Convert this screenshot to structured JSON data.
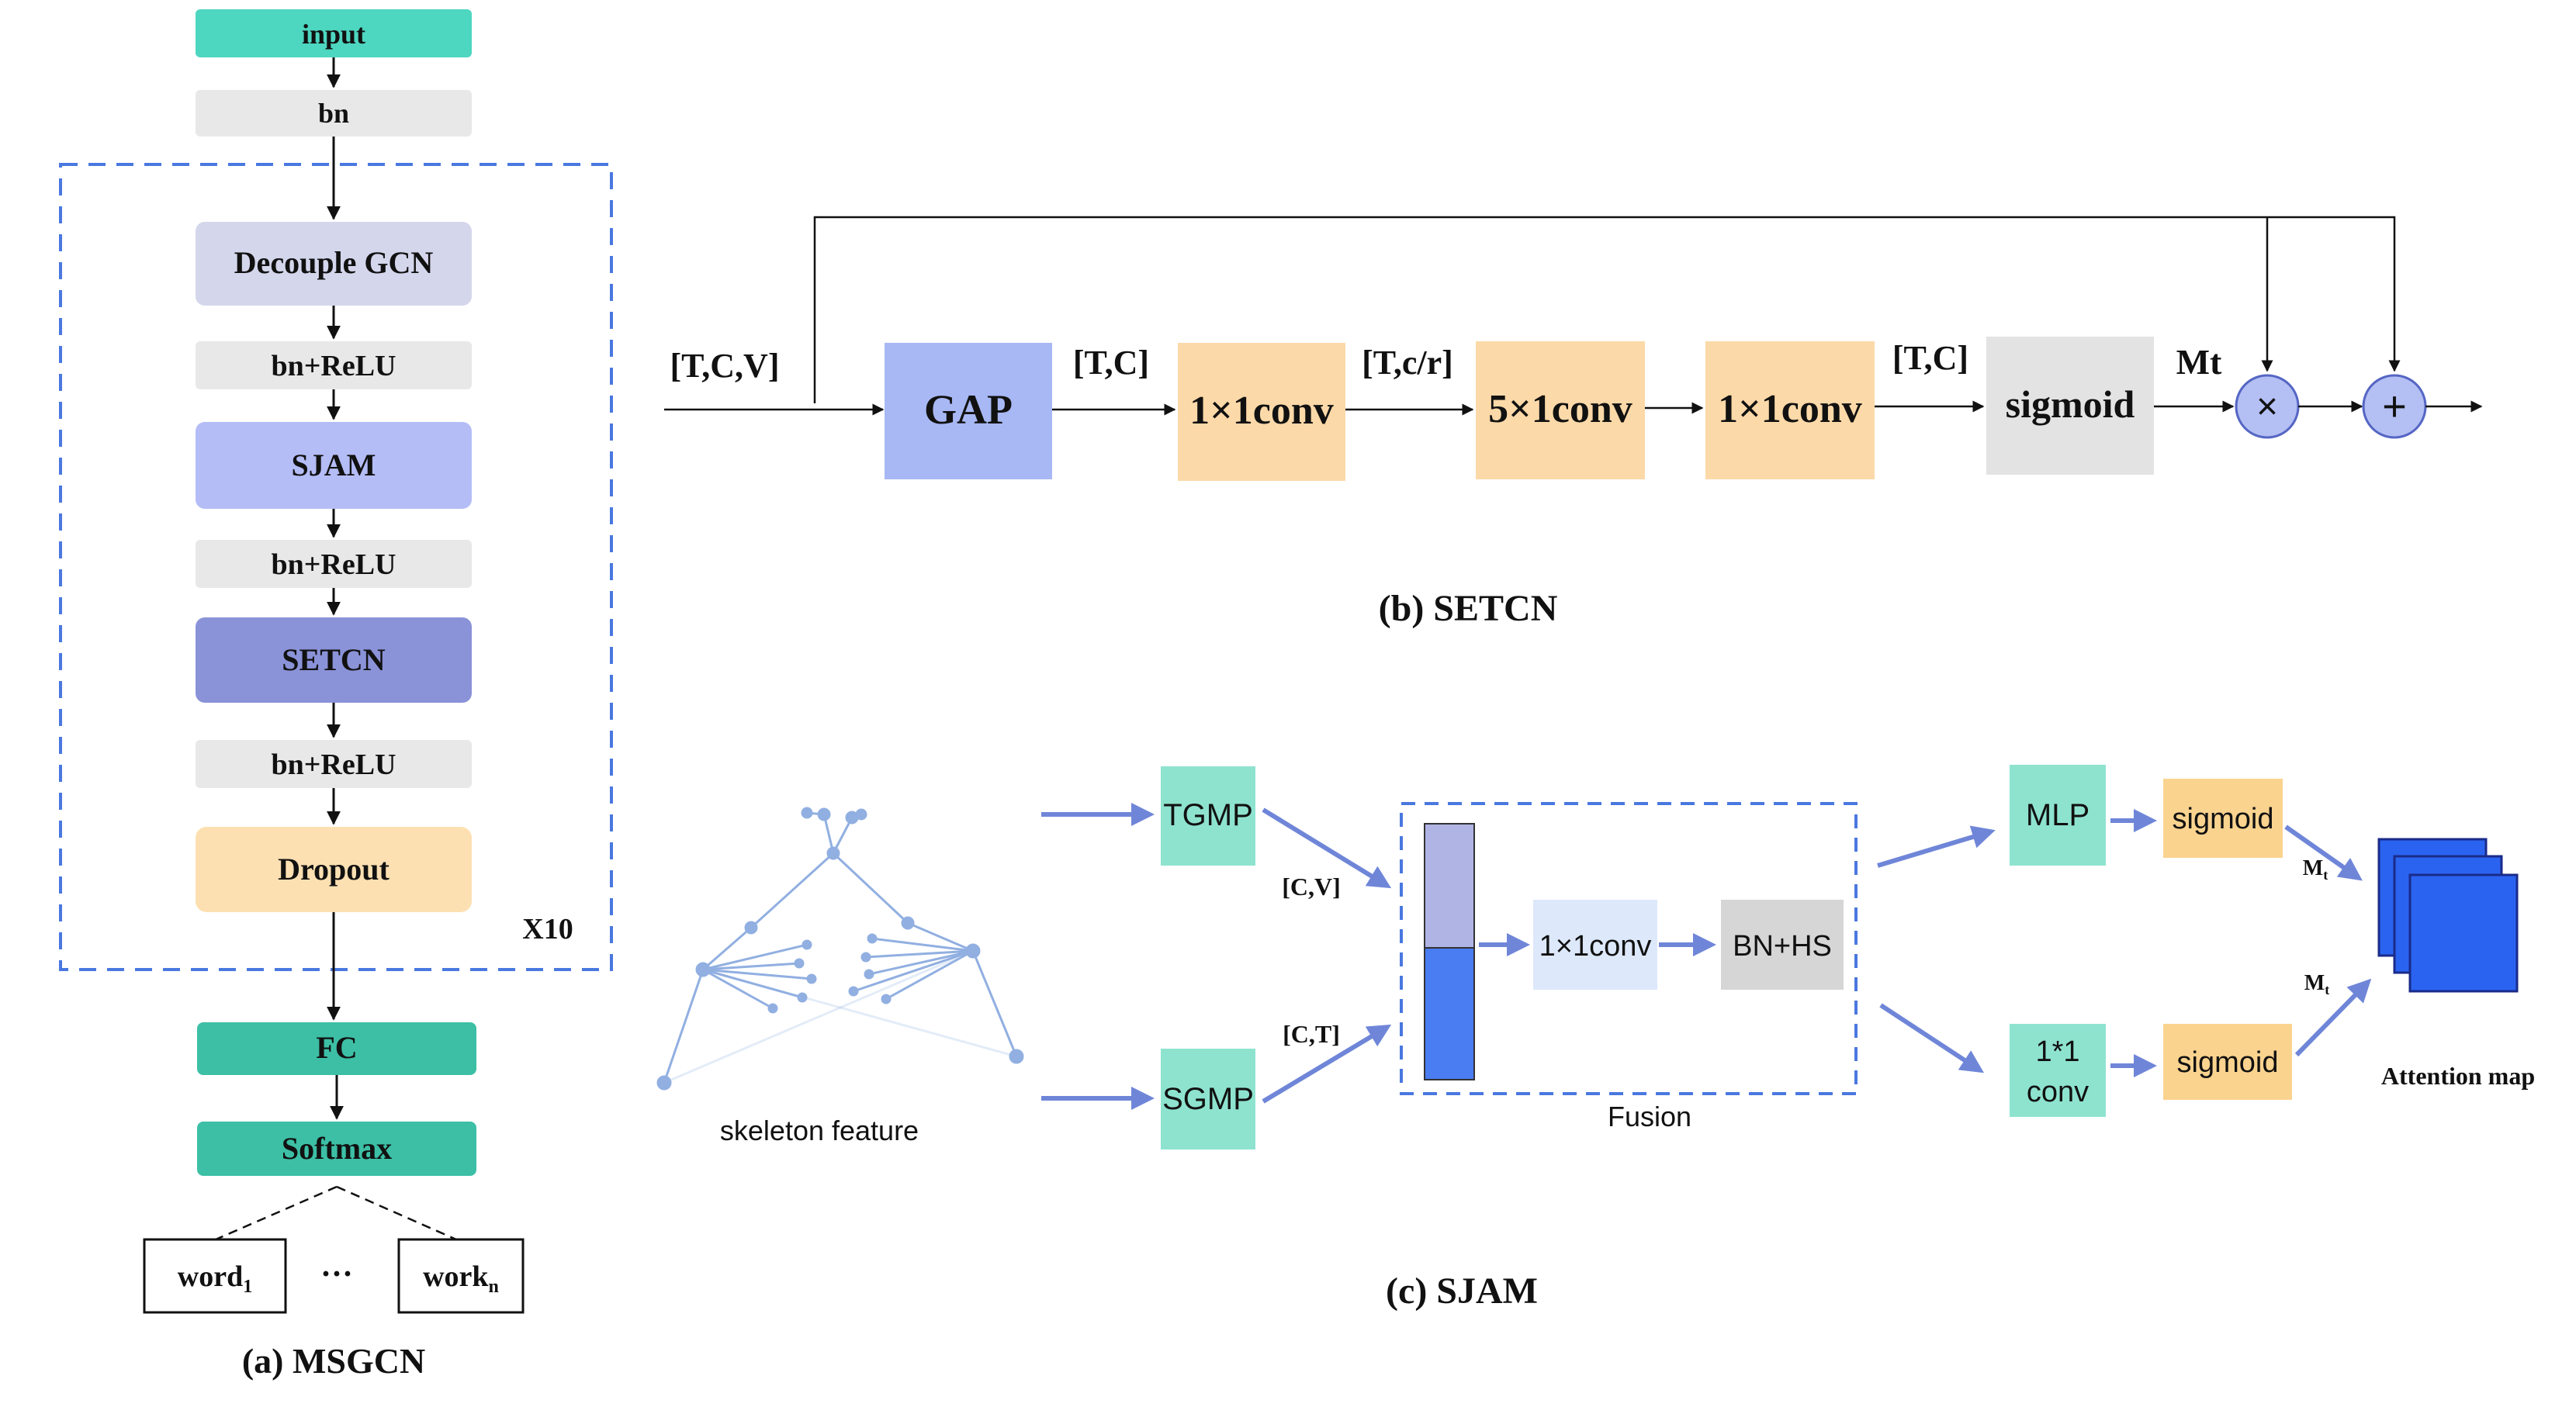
{
  "msgcn": {
    "input": "input",
    "bn": "bn",
    "decouple_gcn": "Decouple GCN",
    "bn_relu_1": "bn+ReLU",
    "sjam": "SJAM",
    "bn_relu_2": "bn+ReLU",
    "setcn": "SETCN",
    "bn_relu_3": "bn+ReLU",
    "dropout": "Dropout",
    "repeat": "X10",
    "fc": "FC",
    "softmax": "Softmax",
    "word1_base": "word",
    "word1_sub": "1",
    "ellipsis": "···",
    "workn_base": "work",
    "workn_sub": "n",
    "caption": "(a) MSGCN"
  },
  "setcn": {
    "in_shape": "[T,C,V]",
    "gap": "GAP",
    "shape_tc_1": "[T,C]",
    "conv1": "1×1conv",
    "shape_tcr": "[T,c/r]",
    "conv5": "5×1conv",
    "conv1b": "1×1conv",
    "shape_tc_2": "[T,C]",
    "sigmoid": "sigmoid",
    "mt": "Mt",
    "multiply": "×",
    "add": "+",
    "caption": "(b) SETCN"
  },
  "sjam": {
    "skeleton_label": "skeleton feature",
    "tgmp": "TGMP",
    "sgmp": "SGMP",
    "shape_cv": "[C,V]",
    "shape_ct": "[C,T]",
    "conv": "1×1conv",
    "bnhs": "BN+HS",
    "fusion": "Fusion",
    "mlp": "MLP",
    "conv11_line1": "1*1",
    "conv11_line2": "conv",
    "sigmoid_top": "sigmoid",
    "sigmoid_bottom": "sigmoid",
    "mt_top_base": "M",
    "mt_top_sub": "t",
    "mt_bottom_base": "M",
    "mt_bottom_sub": "t",
    "attention_map": "Attention map",
    "caption": "(c) SJAM"
  },
  "colors": {
    "teal_light": "#4dd6c0",
    "grey_block": "#e8e8e8",
    "lavender": "#d4d6ec",
    "periwinkle": "#b5bdf7",
    "indigo": "#8a92d8",
    "peach": "#fde0b2",
    "teal_dark": "#3cbfa5",
    "dashed_blue": "#4a78e0",
    "gap_blue": "#a8b8f4",
    "conv_orange": "#fcd9a8",
    "sigmoid_grey": "#e3e3e3",
    "op_circle": "#b4bff3",
    "sjam_teal": "#8ee3cf",
    "fusion_light": "#dde8fb",
    "bnhs_grey": "#d6d6d6",
    "sig_orange": "#fad38f",
    "arrow_blue": "#6f86d8",
    "attention_blue": "#2a63f0",
    "skeleton_blue": "#7ea2dc"
  }
}
